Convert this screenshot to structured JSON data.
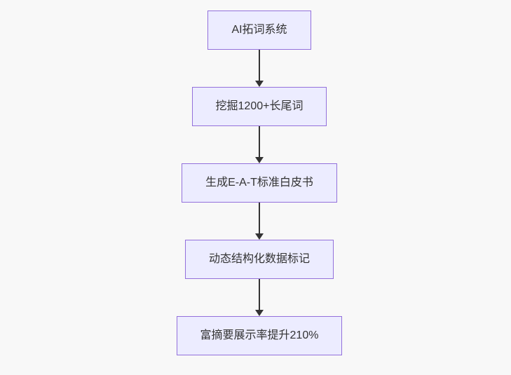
{
  "flowchart": {
    "type": "vertical-flowchart",
    "nodes": [
      {
        "label": "AI拓词系统"
      },
      {
        "label": "挖掘1200+长尾词"
      },
      {
        "label": "生成E-A-T标准白皮书"
      },
      {
        "label": "动态结构化数据标记"
      },
      {
        "label": "富摘要展示率提升210%"
      }
    ],
    "colors": {
      "node_fill": "#ECECFF",
      "node_border": "#9370DB",
      "node_text": "#333333",
      "arrow": "#333333",
      "background": "#f8f8f8"
    }
  }
}
